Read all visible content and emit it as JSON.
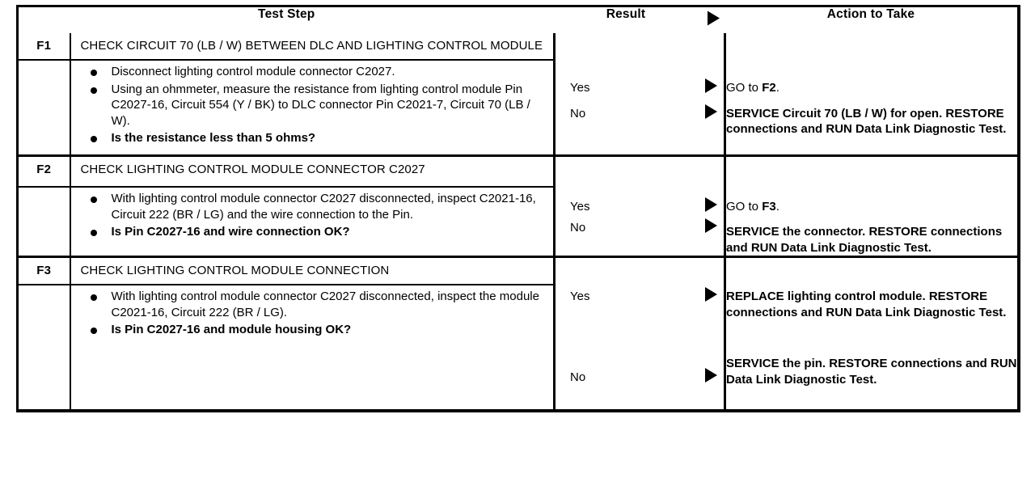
{
  "table": {
    "headers": {
      "test_step": "Test Step",
      "result": "Result",
      "action": "Action to Take",
      "result_arrow_icon": "right-triangle-icon"
    },
    "steps": [
      {
        "id": "F1",
        "title": "CHECK CIRCUIT 70 (LB / W) BETWEEN DLC AND LIGHTING CONTROL MODULE",
        "bullets": [
          {
            "text": "Disconnect lighting control module connector C2027.",
            "bold": false
          },
          {
            "text": "Using an ohmmeter, measure the resistance from lighting control module Pin C2027-16, Circuit 554 (Y / BK) to DLC connector Pin C2021-7, Circuit 70 (LB / W).",
            "bold": false
          },
          {
            "text": "Is the resistance less than 5 ohms?",
            "bold": true
          }
        ],
        "results": [
          {
            "label": "Yes",
            "arrow_icon": "right-triangle-icon",
            "action_prefix": "GO to ",
            "action_emphasis": "F2",
            "action_suffix": "."
          },
          {
            "label": "No",
            "arrow_icon": "right-triangle-icon",
            "action_text": "SERVICE Circuit 70 (LB / W) for open. RESTORE connections and RUN Data Link Diagnostic Test."
          }
        ]
      },
      {
        "id": "F2",
        "title": "CHECK LIGHTING CONTROL MODULE CONNECTOR C2027",
        "bullets": [
          {
            "text": "With lighting control module connector C2027 disconnected, inspect C2021-16, Circuit 222 (BR / LG) and the wire connection to the Pin.",
            "bold": false
          },
          {
            "text": "Is Pin C2027-16 and wire connection OK?",
            "bold": true
          }
        ],
        "results": [
          {
            "label": "Yes",
            "arrow_icon": "right-triangle-icon",
            "action_prefix": "GO to ",
            "action_emphasis": "F3",
            "action_suffix": "."
          },
          {
            "label": "No",
            "arrow_icon": "right-triangle-icon",
            "action_text": "SERVICE the connector. RESTORE connections and RUN Data Link Diagnostic Test."
          }
        ]
      },
      {
        "id": "F3",
        "title": "CHECK LIGHTING CONTROL MODULE CONNECTION",
        "bullets": [
          {
            "text": "With lighting control module connector C2027 disconnected, inspect the module C2021-16, Circuit 222 (BR / LG).",
            "bold": false
          },
          {
            "text": "Is Pin C2027-16 and module housing OK?",
            "bold": true
          }
        ],
        "results": [
          {
            "label": "Yes",
            "arrow_icon": "right-triangle-icon",
            "action_text": "REPLACE lighting control module. RESTORE connections and RUN Data Link Diagnostic Test."
          },
          {
            "label": "No",
            "arrow_icon": "right-triangle-icon",
            "action_text": "SERVICE the pin. RESTORE connections and RUN Data Link Diagnostic Test."
          }
        ]
      }
    ]
  },
  "colors": {
    "ink": "#000000",
    "paper": "#ffffff"
  }
}
